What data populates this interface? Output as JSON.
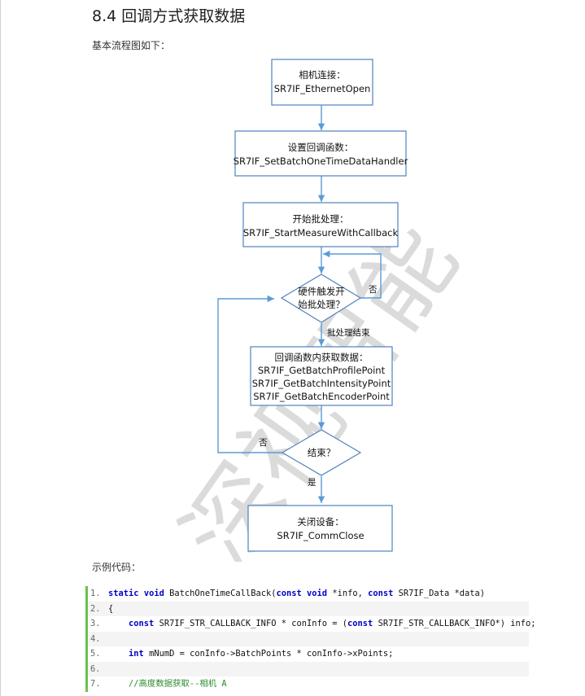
{
  "heading": "8.4 回调方式获取数据",
  "intro": "基本流程图如下：",
  "example_label": "示例代码：",
  "watermark": "深视智能",
  "flowchart": {
    "n1": [
      "相机连接：",
      "SR7IF_EthernetOpen"
    ],
    "n2": [
      "设置回调函数：",
      "SR7IF_SetBatchOneTimeDataHandler"
    ],
    "n3": [
      "开始批处理：",
      "SR7IF_StartMeasureWithCallback"
    ],
    "d1": [
      "硬件触发开",
      "始批处理？"
    ],
    "d1_no": "否",
    "e_batch_end": "批处理结束",
    "n4": [
      "回调函数内获取数据：",
      "SR7IF_GetBatchProfilePoint",
      "SR7IF_GetBatchIntensityPoint",
      "SR7IF_GetBatchEncoderPoint"
    ],
    "d2": "结束？",
    "d2_no": "否",
    "d2_yes": "是",
    "n5": [
      "关闭设备：",
      "SR7IF_CommClose"
    ]
  },
  "code": {
    "lines": [
      {
        "num": "1.",
        "parts": [
          [
            "kw",
            "static"
          ],
          [
            "tx",
            " "
          ],
          [
            "kw",
            "void"
          ],
          [
            "tx",
            " BatchOneTimeCallBack("
          ],
          [
            "kw",
            "const"
          ],
          [
            "tx",
            " "
          ],
          [
            "kw",
            "void"
          ],
          [
            "tx",
            " *info, "
          ],
          [
            "kw",
            "const"
          ],
          [
            "tx",
            " SR7IF_Data *data)"
          ]
        ]
      },
      {
        "num": "2.",
        "parts": [
          [
            "tx",
            "{"
          ]
        ]
      },
      {
        "num": "3.",
        "parts": [
          [
            "tx",
            "    "
          ],
          [
            "kw",
            "const"
          ],
          [
            "tx",
            " SR7IF_STR_CALLBACK_INFO * conInfo = ("
          ],
          [
            "kw",
            "const"
          ],
          [
            "tx",
            " SR7IF_STR_CALLBACK_INFO*) info;"
          ]
        ]
      },
      {
        "num": "4.",
        "parts": []
      },
      {
        "num": "5.",
        "parts": [
          [
            "tx",
            "    "
          ],
          [
            "kw",
            "int"
          ],
          [
            "tx",
            " mNumD = conInfo->BatchPoints * conInfo->xPoints;"
          ]
        ]
      },
      {
        "num": "6.",
        "parts": []
      },
      {
        "num": "7.",
        "parts": [
          [
            "tx",
            "    "
          ],
          [
            "cm",
            "//高度数据获取--相机 A"
          ]
        ]
      }
    ]
  },
  "colors": {
    "box_border": "#4f81bd",
    "arrow": "#5b9bd5",
    "code_bar": "#6cc04a",
    "keyword": "#0000c8",
    "comment": "#2e8b2e"
  }
}
